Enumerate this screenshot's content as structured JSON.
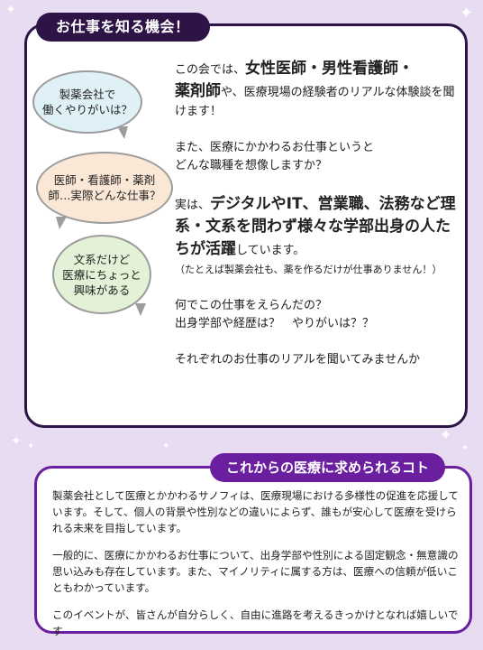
{
  "section1": {
    "tab": "お仕事を知る機会！",
    "bubbles": [
      "製薬会社で\n働くやりがいは？",
      "医師・看護師・薬剤\n師…実際どんな仕事？",
      "文系だけど\n医療にちょっと\n興味がある"
    ],
    "para1": {
      "pre": "この会では、",
      "bold1": "女性医師・男性看護師・",
      "bold2": "薬剤師",
      "post": "や、医療現場の経験者のリアルな体験談を聞けます！"
    },
    "para2": "また、医療にかかわるお仕事というと\nどんな職種を想像しますか？",
    "para3": {
      "pre": "実は、",
      "bold": "デジタルやIT、営業職、法務など理系・文系を問わず様々な学部出身の人たちが活躍",
      "post": "しています。",
      "note": "（たとえば製薬会社も、薬を作るだけが仕事ありません！）"
    },
    "para4": "何でこの仕事をえらんだの？\n出身学部や経歴は？　やりがいは？？",
    "para5": "それぞれのお仕事のリアルを聞いてみませんか"
  },
  "section2": {
    "tab": "これからの医療に求められるコト",
    "paragraphs": [
      "製薬会社として医療とかかわるサノフィは、医療現場における多様性の促進を応援しています。そして、個人の背景や性別などの違いによらず、誰もが安心して医療を受けられる未来を目指しています。",
      "一般的に、医療にかかわるお仕事について、出身学部や性別による固定観念・無意識の思い込みも存在しています。また、マイノリティに属する方は、医療への信頼が低いこともわかっています。",
      "このイベントが、皆さんが自分らしく、自由に進路を考えるきっかけとなれば嬉しいです"
    ]
  },
  "colors": {
    "background": "#e8dcf2",
    "section1_accent": "#2e1446",
    "section2_accent": "#6a1fa0"
  },
  "icons": [
    "star-icon"
  ]
}
